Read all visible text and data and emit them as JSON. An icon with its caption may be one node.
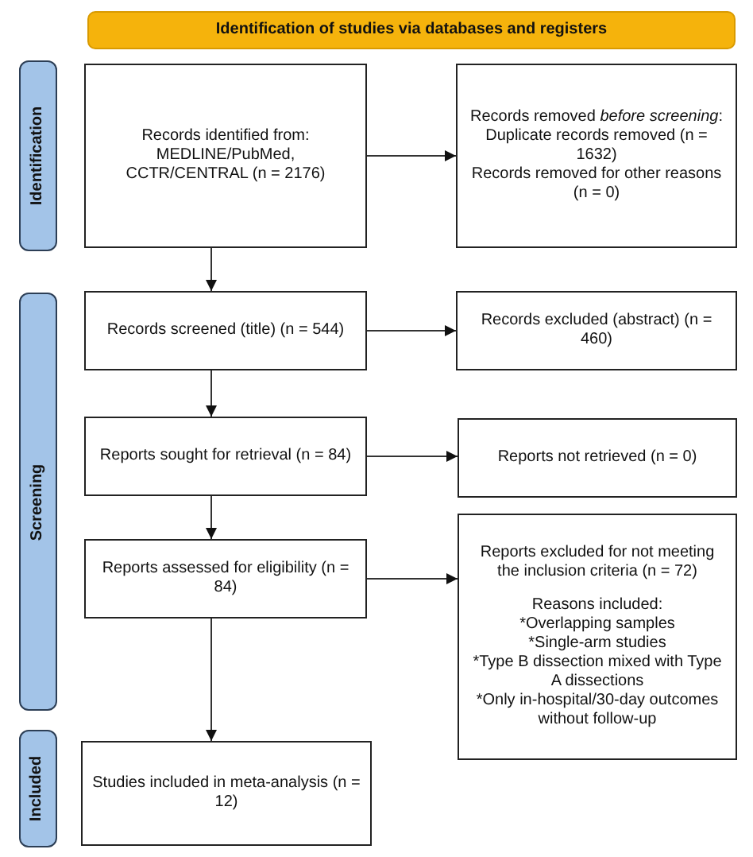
{
  "diagram": {
    "nodes": [
      {
        "text": [
          "Identification of studies via databases and registers"
        ]
      },
      {
        "text": [
          "Identification"
        ]
      },
      {
        "text": [
          "Screening"
        ]
      },
      {
        "text": [
          "Included"
        ]
      },
      {
        "text": [
          "Records identified from: MEDLINE/PubMed, CCTR/CENTRAL (n = 2176)"
        ]
      },
      {
        "text": [
          "Records removed *before screening*:",
          "Duplicate records removed (n = 1632)",
          "Records removed for other reasons (n = 0)"
        ]
      },
      {
        "text": [
          "Records screened (title) (n = 544)"
        ]
      },
      {
        "text": [
          "Records excluded (abstract) (n = 460)"
        ]
      },
      {
        "text": [
          "Reports sought for retrieval (n = 84)"
        ]
      },
      {
        "text": [
          "Reports not retrieved (n = 0)"
        ]
      },
      {
        "text": [
          "Reports assessed for eligibility (n = 84)"
        ]
      },
      {
        "text": [
          "Reports excluded for not meeting the inclusion criteria (n = 72)",
          "Reasons included:",
          "*Overlapping samples",
          "*Single-arm studies",
          "*Type B dissection mixed with Type A dissections",
          "*Only in-hospital/30-day outcomes without follow-up"
        ]
      },
      {
        "text": [
          "Studies included in meta-analysis (n = 12)"
        ]
      }
    ],
    "edges": [
      {
        "from": 4,
        "to": 5,
        "arrow": "to"
      },
      {
        "from": 4,
        "to": 6,
        "arrow": "to"
      },
      {
        "from": 6,
        "to": 7,
        "arrow": "to"
      },
      {
        "from": 6,
        "to": 8,
        "arrow": "to"
      },
      {
        "from": 8,
        "to": 9,
        "arrow": "to"
      },
      {
        "from": 8,
        "to": 10,
        "arrow": "to"
      },
      {
        "from": 10,
        "to": 11,
        "arrow": "to"
      },
      {
        "from": 10,
        "to": 12,
        "arrow": "to"
      }
    ]
  }
}
